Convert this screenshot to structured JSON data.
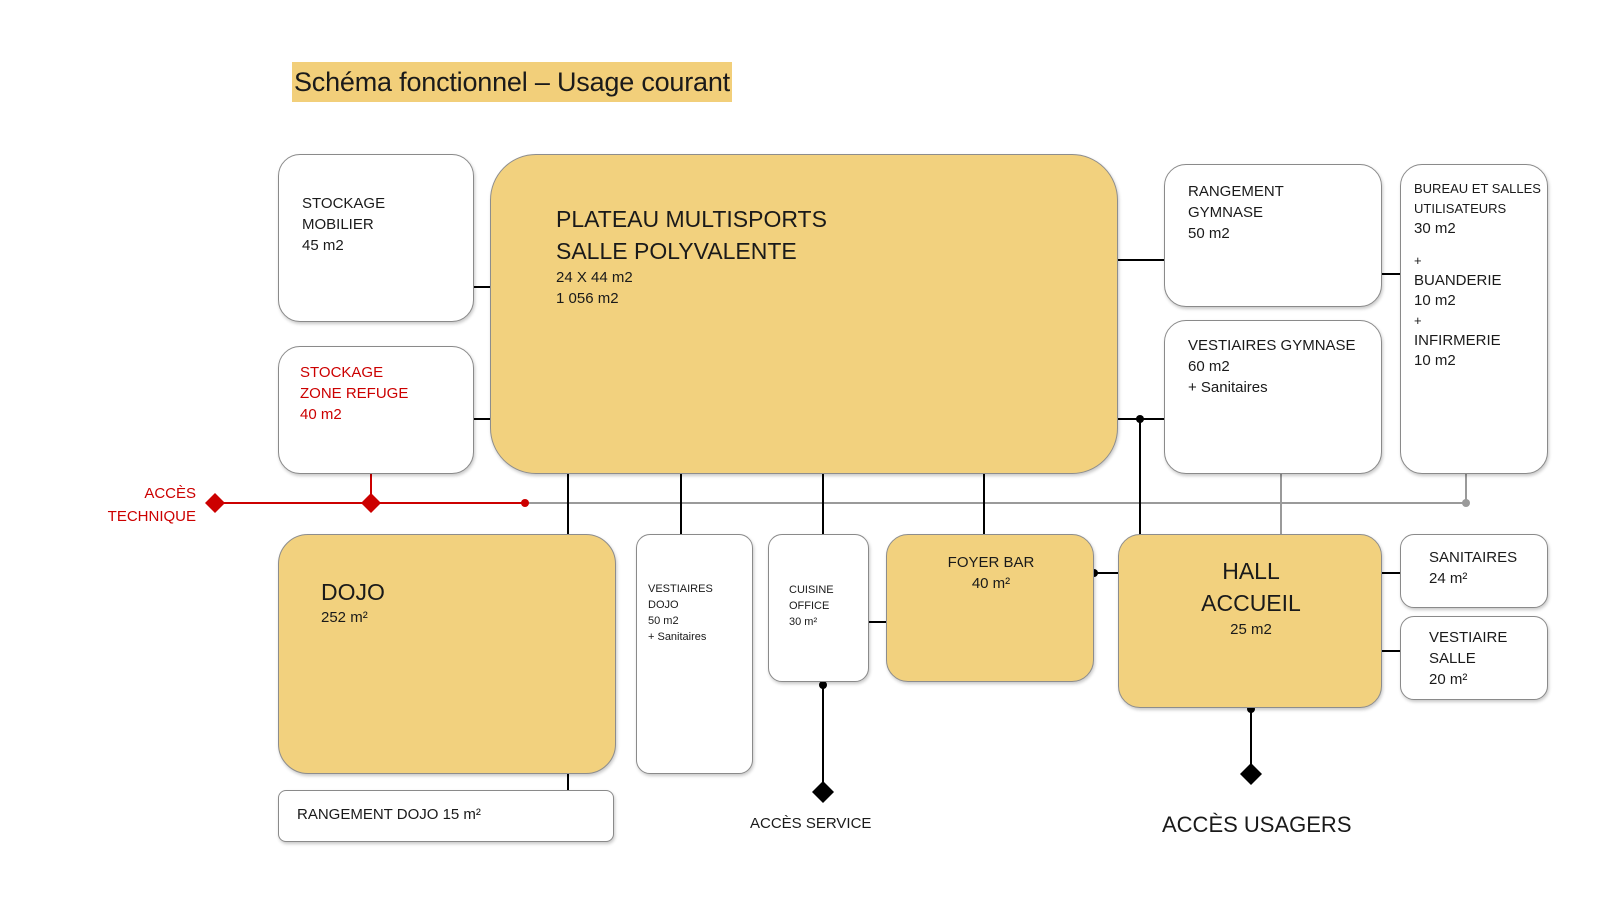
{
  "title": "Schéma fonctionnel – Usage courant",
  "colors": {
    "room_fill": "#f2d17e",
    "title_highlight": "#f2cf7a",
    "technical_access": "#cc0000",
    "connector": "#000000",
    "service_line": "#9a9a9a"
  },
  "rooms": {
    "stockage_mobilier": {
      "name": "STOCKAGE\nMOBILIER",
      "area": "45 m2"
    },
    "stockage_refuge": {
      "name": "STOCKAGE\nZONE REFUGE",
      "area": "40 m2"
    },
    "plateau": {
      "name": "PLATEAU MULTISPORTS\nSALLE POLYVALENTE",
      "dims": "24 X 44 m2",
      "area": "1 056 m2"
    },
    "rangement_gymnase": {
      "name": "RANGEMENT\nGYMNASE",
      "area": "50 m2"
    },
    "vestiaires_gymnase": {
      "name": "VESTIAIRES GYMNASE",
      "area": "60 m2",
      "extra": "+ Sanitaires"
    },
    "bureau": {
      "name": "BUREAU ET SALLES\nUTILISATEURS",
      "area": "30 m2",
      "plus1": "+",
      "buanderie": "BUANDERIE",
      "buanderie_area": "10 m2",
      "plus2": "+",
      "infirmerie": "INFIRMERIE",
      "infirmerie_area": "10 m2"
    },
    "dojo": {
      "name": "DOJO",
      "area": "252 m²"
    },
    "vestiaires_dojo": {
      "name": "VESTIAIRES\nDOJO",
      "area": "50 m2",
      "extra": "+ Sanitaires"
    },
    "cuisine": {
      "name": "CUISINE\nOFFICE",
      "area": "30 m²"
    },
    "foyer": {
      "name": "FOYER BAR",
      "area": "40 m²"
    },
    "hall": {
      "name": "HALL\nACCUEIL",
      "area": "25 m2"
    },
    "sanitaires": {
      "name": "SANITAIRES",
      "area": "24 m²"
    },
    "vestiaire_salle": {
      "name": "VESTIAIRE\nSALLE",
      "area": "20 m²"
    },
    "rangement_dojo": {
      "name": "RANGEMENT DOJO 15 m²"
    }
  },
  "access": {
    "technique": "ACCÈS\nTECHNIQUE",
    "service": "ACCÈS SERVICE",
    "usagers": "ACCÈS USAGERS"
  }
}
